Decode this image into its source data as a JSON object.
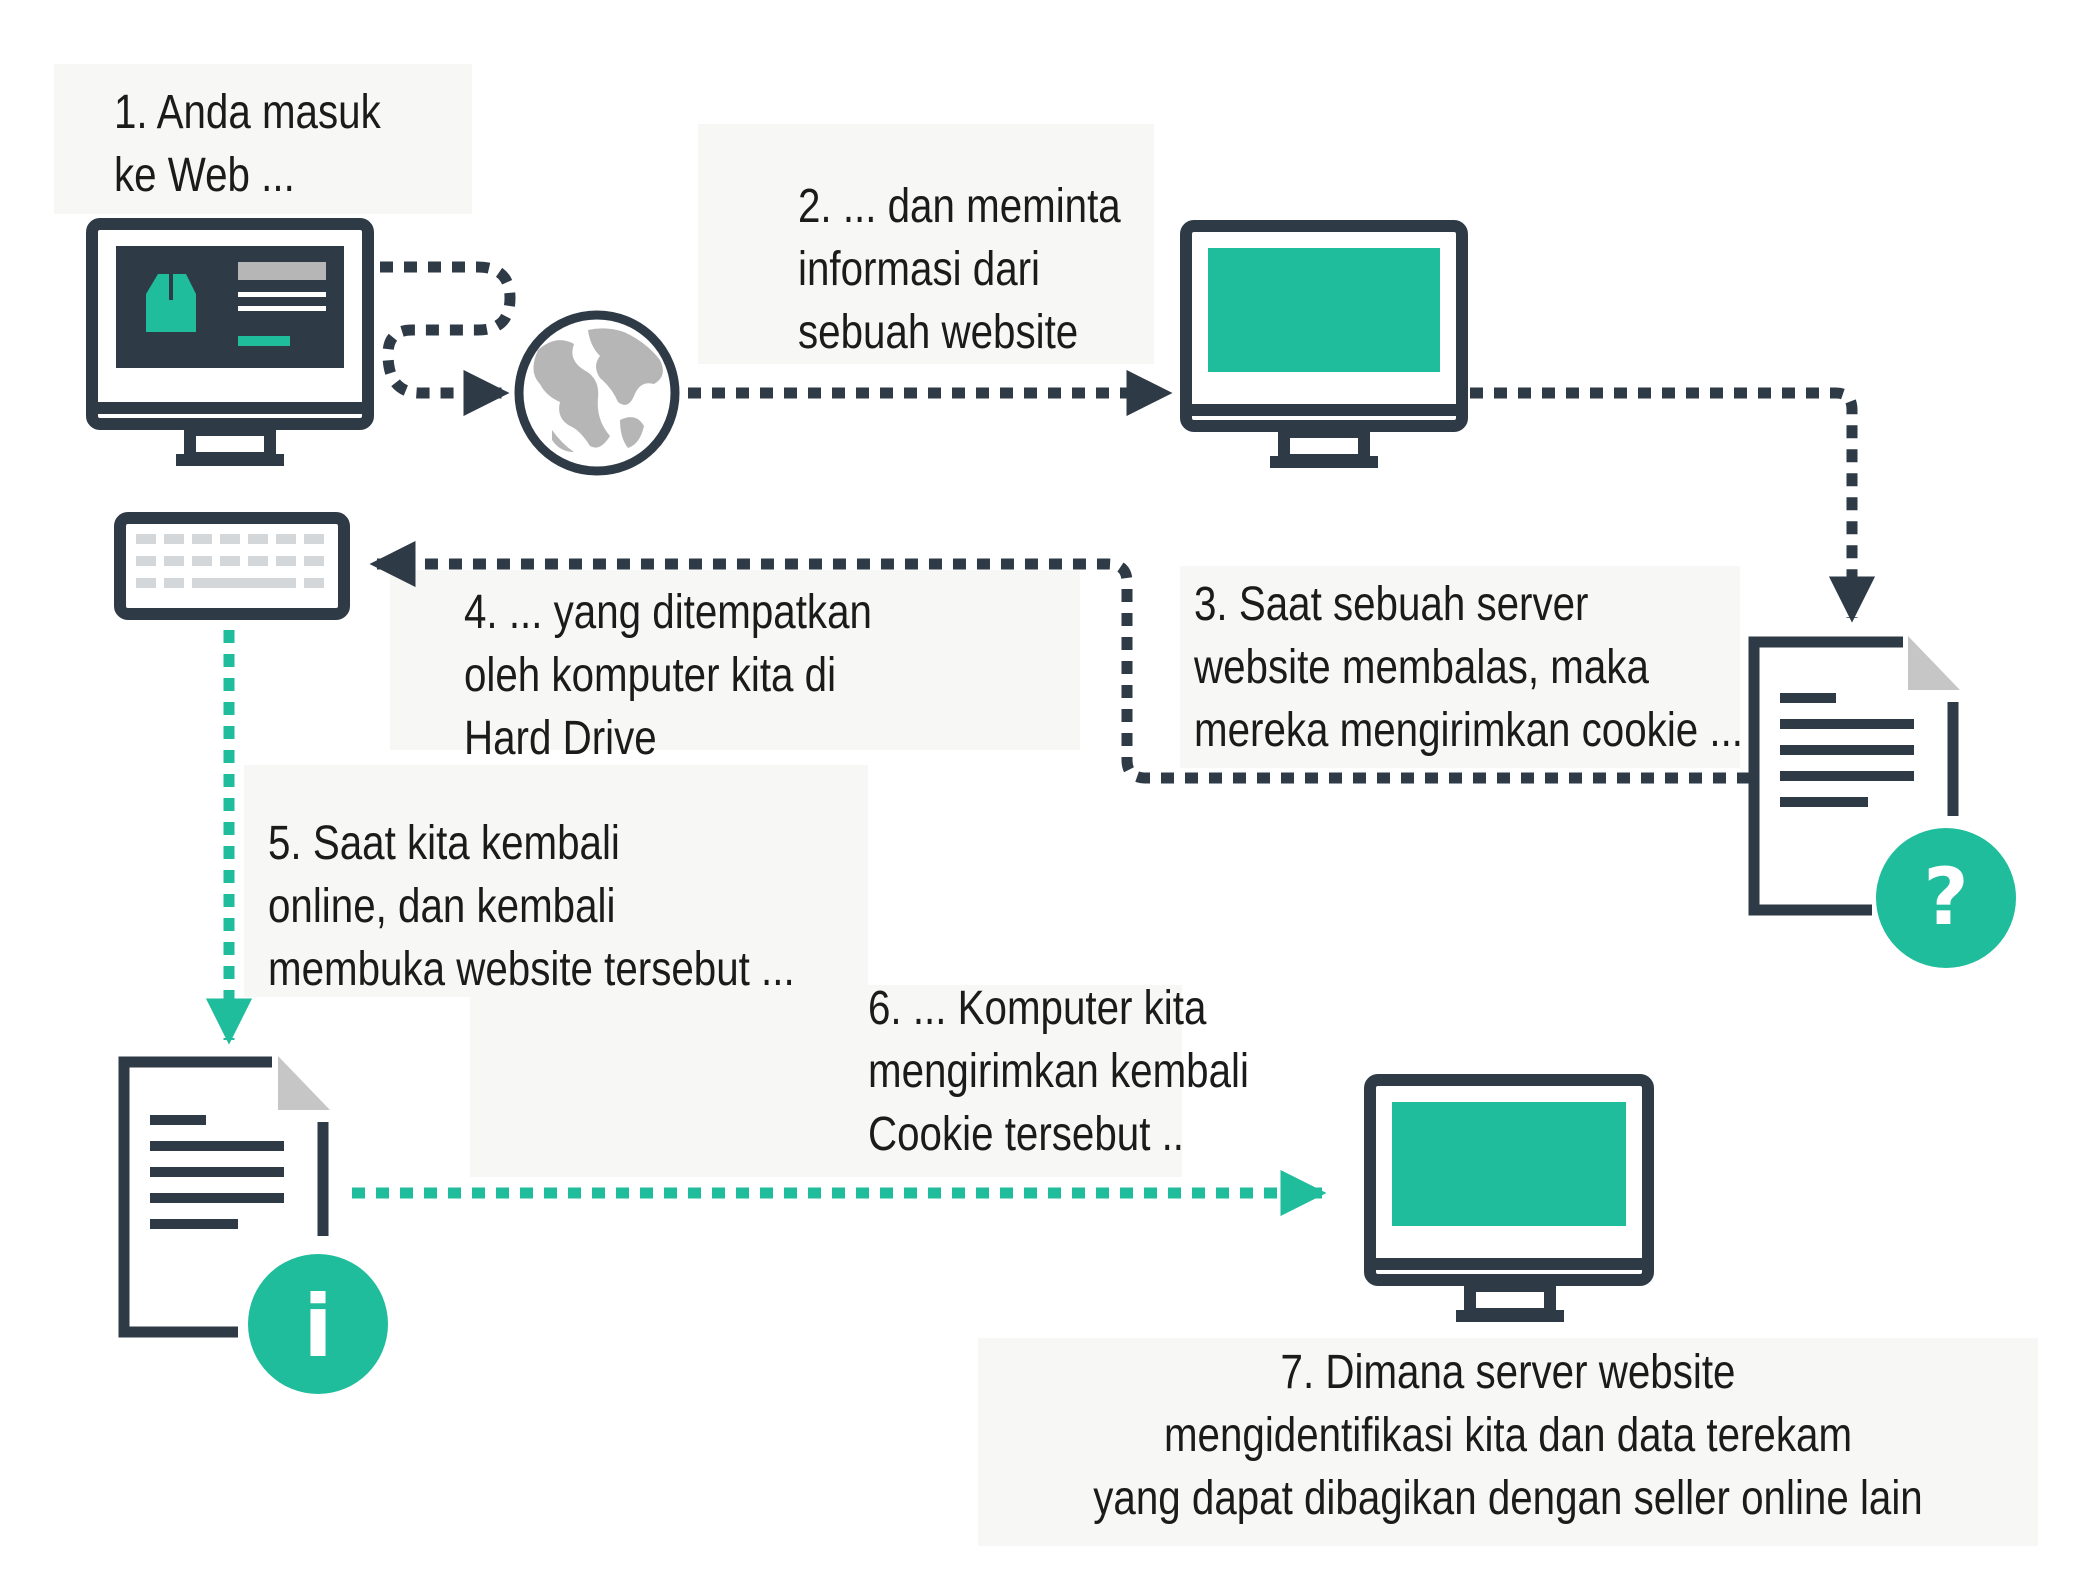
{
  "colors": {
    "dark": "#2f3a47",
    "teal": "#1fbd9b",
    "gray": "#b6b6b6",
    "light": "#d4d7da",
    "label_bg": "#f7f7f5"
  },
  "steps": [
    {
      "id": 1,
      "lines": [
        "1. Anda masuk",
        "ke Web ..."
      ]
    },
    {
      "id": 2,
      "lines": [
        "2. ... dan meminta",
        "informasi dari",
        "sebuah website"
      ]
    },
    {
      "id": 3,
      "lines": [
        "3. Saat sebuah server",
        "website membalas, maka",
        "mereka mengirimkan cookie ..."
      ]
    },
    {
      "id": 4,
      "lines": [
        "4. ... yang ditempatkan",
        "oleh komputer kita di",
        "Hard Drive"
      ]
    },
    {
      "id": 5,
      "lines": [
        "5. Saat kita kembali",
        "online, dan kembali",
        "membuka website tersebut ..."
      ]
    },
    {
      "id": 6,
      "lines": [
        "6. ... Komputer kita",
        "mengirimkan kembali",
        "Cookie tersebut .."
      ]
    },
    {
      "id": 7,
      "lines": [
        "7. Dimana server website",
        "mengidentifikasi kita dan data terekam",
        "yang dapat dibagikan dengan seller online lain"
      ]
    }
  ],
  "badges": {
    "question": "?",
    "info": "i"
  },
  "icons": [
    "user-computer-icon",
    "globe-icon",
    "server-monitor-icon",
    "keyboard-icon",
    "cookie-document-icon",
    "stored-cookie-document-icon",
    "identifying-monitor-icon"
  ]
}
